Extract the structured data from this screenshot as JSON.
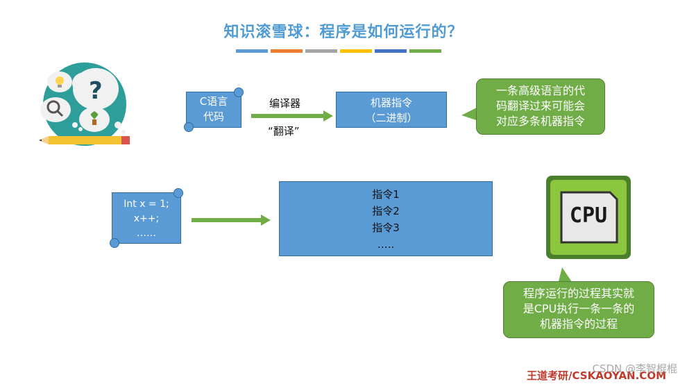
{
  "title": "知识滚雪球：程序是如何运行的？",
  "colors": {
    "bar1": "#5b9bd5",
    "bar2": "#ed7d31",
    "bar3": "#a5a5a5",
    "bar4": "#ffc000",
    "bar5": "#4472c4",
    "bar6": "#70ad47",
    "box_fill": "#5b9bd5",
    "bubble_fill": "#70ad47",
    "arrow": "#70ad47"
  },
  "top_flow": {
    "source_line1": "C语言",
    "source_line2": "代码",
    "compiler_label": "编译器",
    "translate_label": "“翻译”",
    "target_line1": "机器指令",
    "target_line2": "（二进制）",
    "note_line1": "一条高级语言的代",
    "note_line2": "码翻译过来可能会",
    "note_line3": "对应多条机器指令"
  },
  "bottom_flow": {
    "code_line1": "Int x = 1;",
    "code_line2": "x++;",
    "code_line3": "……",
    "instr1": "指令1",
    "instr2": "指令2",
    "instr3": "指令3",
    "instr4": "…..",
    "cpu_label": "CPU",
    "note_line1": "程序运行的过程其实就",
    "note_line2": "是CPU执行一条一条的",
    "note_line3": "机器指令的过程"
  },
  "footer": "王道考研/CSKAOYAN.COM",
  "watermark": "CSDN @李智棍棍",
  "icons": [
    "thinking-head-icon",
    "question-mark-icon",
    "lightbulb-icon",
    "magnifier-icon",
    "plant-icon",
    "pencil-icon",
    "cpu-chip-icon"
  ]
}
